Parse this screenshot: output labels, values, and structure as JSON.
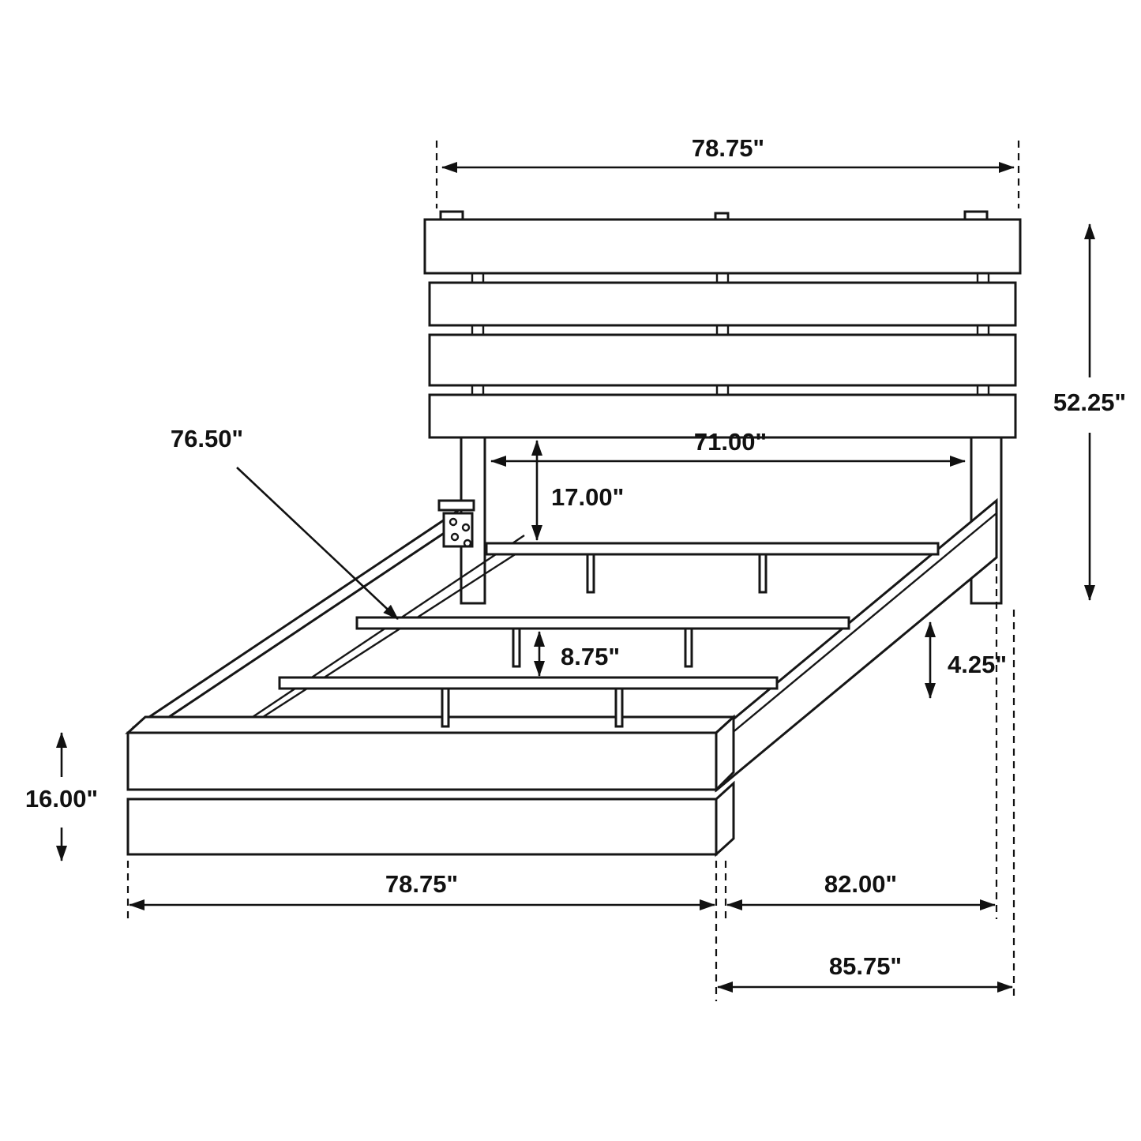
{
  "diagram": {
    "type": "furniture-dimension-drawing",
    "subject": "platform bed with plank headboard",
    "units": "inches",
    "dims": {
      "headboard_width": "78.75\"",
      "headboard_height": "52.25\"",
      "slat_length": "76.50\"",
      "inner_width": "71.00\"",
      "leg_clearance": "17.00\"",
      "slat_gap": "8.75\"",
      "rail_height": "4.25\"",
      "footboard_height": "16.00\"",
      "footboard_width": "78.75\"",
      "frame_length": "82.00\"",
      "overall_length": "85.75\""
    }
  }
}
